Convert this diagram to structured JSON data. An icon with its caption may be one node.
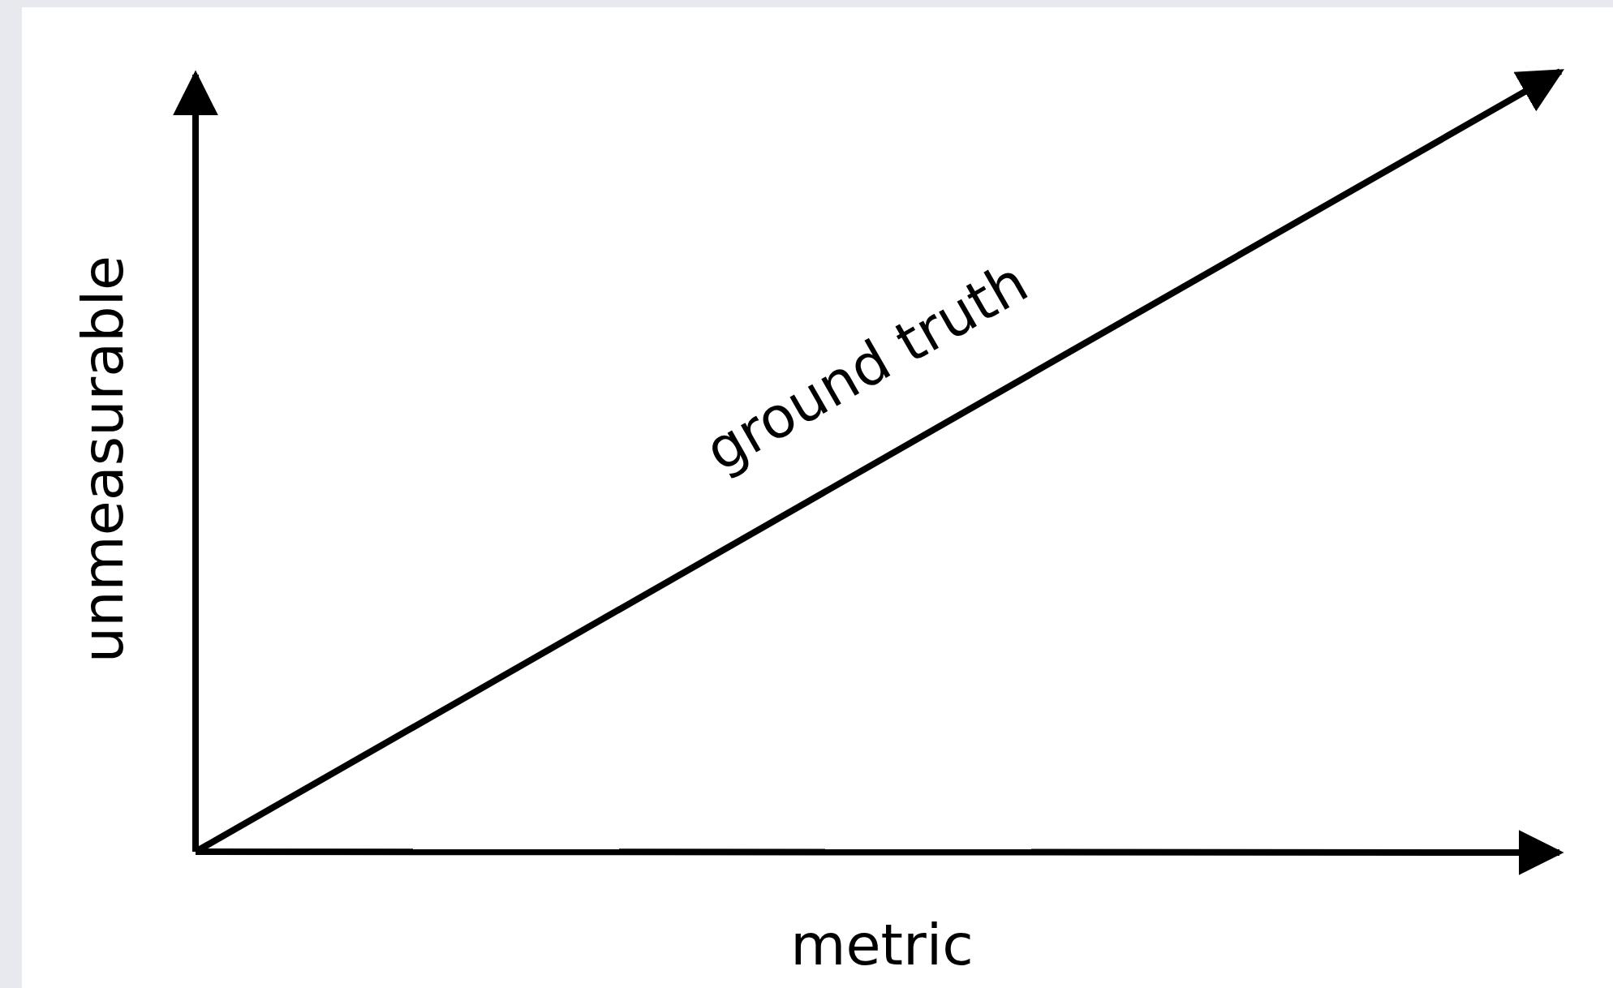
{
  "diagram": {
    "labels": [
      "unmeasurable",
      "ground truth",
      "metric"
    ]
  }
}
